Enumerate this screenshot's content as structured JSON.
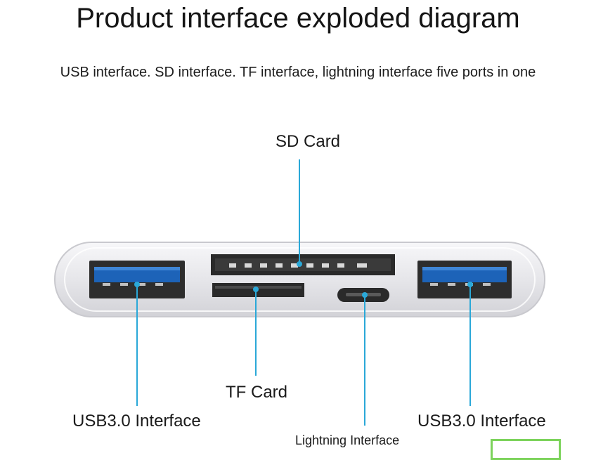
{
  "title": "Product interface exploded diagram",
  "subtitle": "USB interface. SD interface. TF interface, lightning interface five ports in one",
  "labels": {
    "sd_card": "SD Card",
    "tf_card": "TF Card",
    "usb_left": "USB3.0 Interface",
    "usb_right": "USB3.0 Interface",
    "lightning": "Lightning Interface"
  },
  "colors": {
    "usb_blue": "#1d63b8",
    "leader_line": "#2aa8d8",
    "hub_body": "#e9e9ec",
    "corner_box": "#7dd35c"
  }
}
